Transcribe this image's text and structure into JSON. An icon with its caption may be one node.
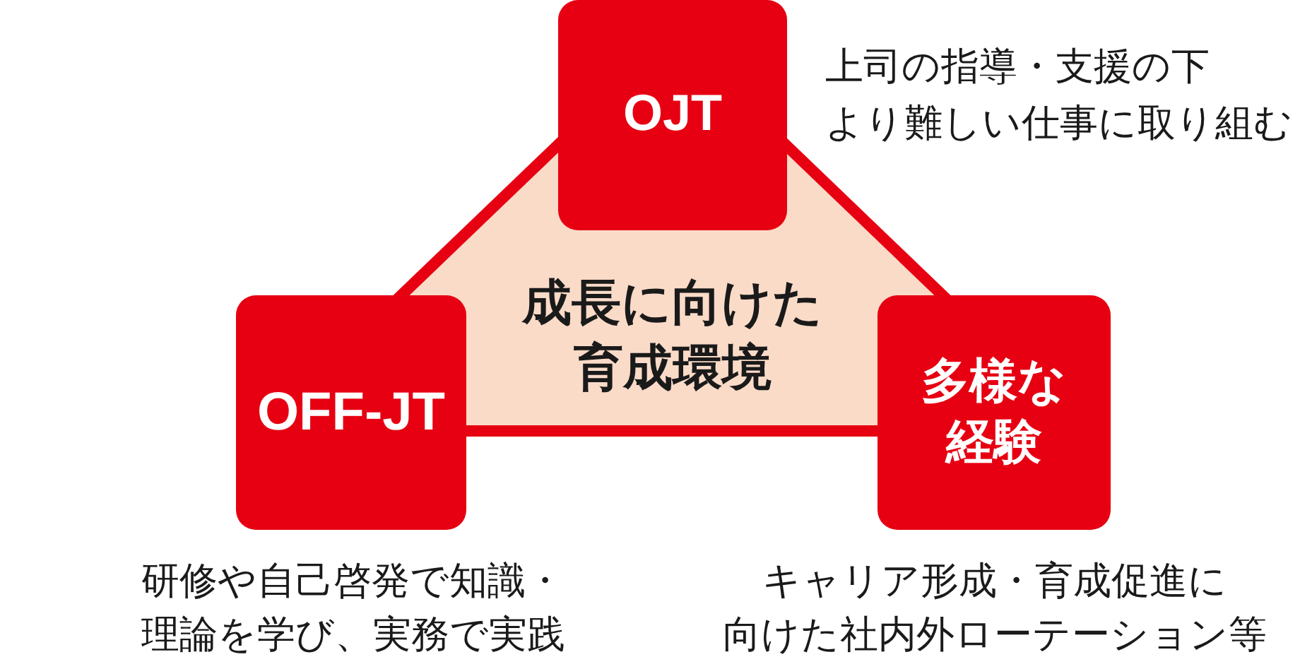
{
  "diagram": {
    "nodes": [
      {
        "text": [
          "OJT"
        ]
      },
      {
        "text": [
          "成長に向けた育成環境"
        ]
      },
      {
        "text": [
          "OFF-JT"
        ],
        "beside": [
          "研修や自己啓発で知識・理論を学び、実務で実践"
        ]
      },
      {
        "text": [
          "多様な経験"
        ],
        "beside": [
          "キャリア形成・育成促進に向けた社内外ローテーション等"
        ]
      }
    ],
    "labels": [
      "上司の指導・支援の下より難しい仕事に取り組む"
    ]
  }
}
